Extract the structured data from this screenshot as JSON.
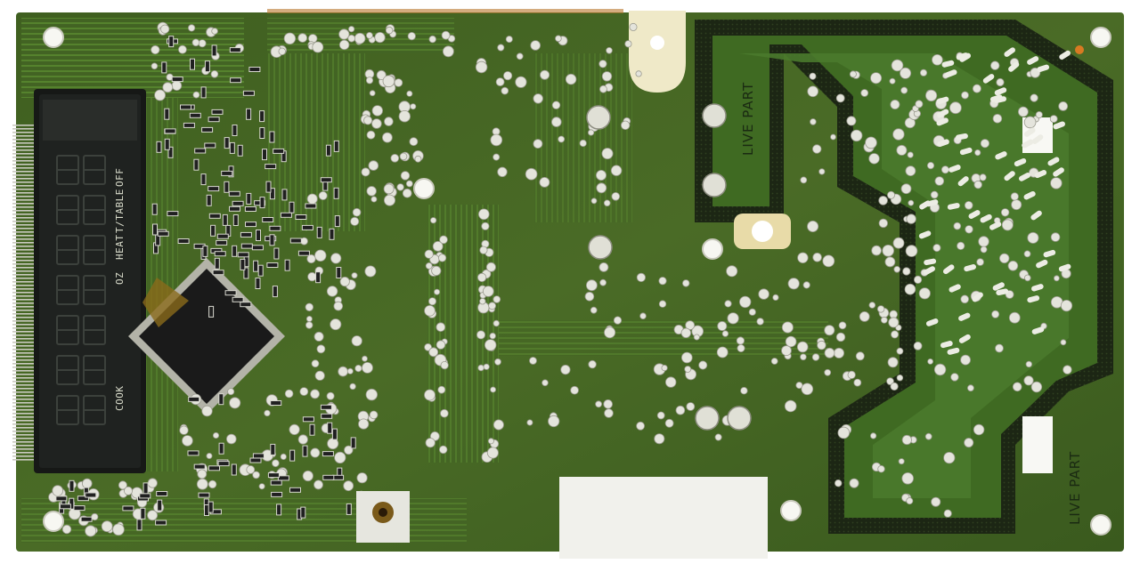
{
  "display": {
    "labels": {
      "off": "OFF",
      "table": "T/TABLE",
      "heat": "HEAT",
      "oz": "OZ",
      "cook": "COOK"
    }
  },
  "board": {
    "live_part_top": "LIVE PART",
    "live_part_bottom": "LIVE PART",
    "colors": {
      "substrate": "#3c5a1f",
      "copper": "#4f7a2a",
      "solder": "#e4e4dc",
      "mask_dark": "#1d2a14"
    }
  }
}
